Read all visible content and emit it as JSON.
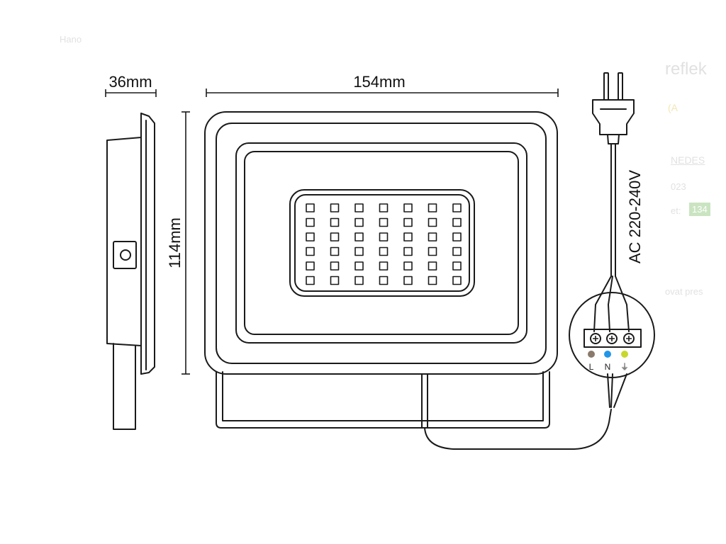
{
  "dimensions": {
    "depth": "36mm",
    "width": "154mm",
    "height": "114mm"
  },
  "power_label": "AC 220-240V",
  "terminals": [
    {
      "label": "L",
      "color": "#8a7a6a"
    },
    {
      "label": "N",
      "color": "#2196e8"
    },
    {
      "label": "⏚",
      "color": "#c8d82a"
    }
  ],
  "led_grid": {
    "rows": 6,
    "cols": 7
  },
  "colors": {
    "outline": "#1a1a1a",
    "background": "#ffffff",
    "ghost_text": "#c9c9c9"
  },
  "background_text": {
    "top_left": "Hano",
    "title_fragment": "reflek",
    "badge_fragment": "(A",
    "link_fragment": "NEDES",
    "code_fragment": "023",
    "label_fragment": "et:",
    "badge2_fragment": "134",
    "note_fragment": "ovat pres"
  }
}
